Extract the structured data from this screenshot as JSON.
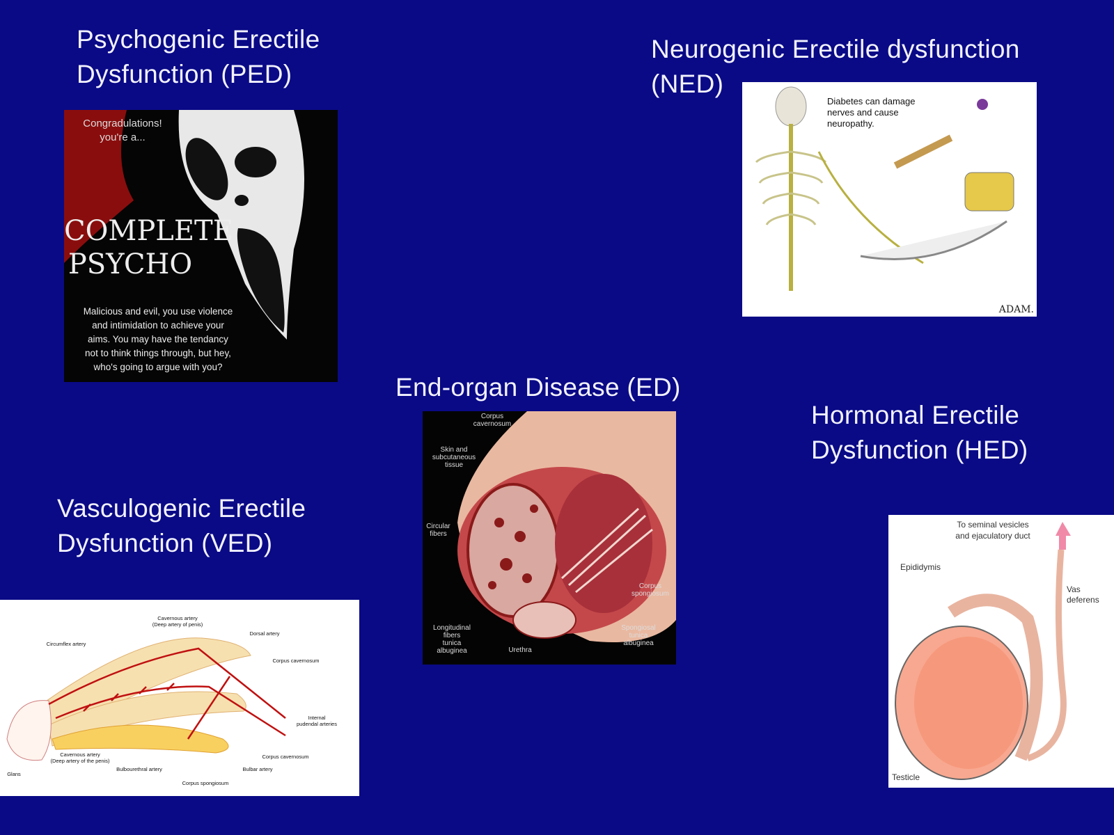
{
  "slide": {
    "titles": {
      "ped": "Psychogenic Erectile\nDysfunction (PED)",
      "ned": "Neurogenic Erectile dysfunction\n(NED)",
      "ed": "End-organ Disease (ED)",
      "hed": "Hormonal Erectile\nDysfunction (HED)",
      "ved": "Vasculogenic Erectile\nDysfunction (VED)"
    },
    "ped_image": {
      "top_text": "Congradulations!\nyou're a...",
      "headline": "COMPLETE\nPSYCHO",
      "body_text": "Malicious and evil, you use violence\nand intimidation to achieve your\naims.  You may have the tendancy\nnot to think things through, but hey,\nwho's going to argue with you?"
    },
    "ned_image": {
      "caption": "Diabetes can damage\nnerves and cause\nneuropathy.",
      "logo": "ADAM."
    },
    "ed_image": {
      "labels": [
        "Corpus\ncavernosum",
        "Skin and\nsubcutaneous\ntissue",
        "Circular\nfibers",
        "Corpus\nspongiosum",
        "Longitudinal\nfibers\ntunica\nalbuginea",
        "Urethra",
        "Spongiosal\ntunica\nalbuginea"
      ]
    },
    "ved_image": {
      "labels": [
        "Cavernous artery\n(Deep artery of penis)",
        "Dorsal artery",
        "Circumflex artery",
        "Corpus cavernosum",
        "Internal\npudendal arteries",
        "Corpus cavernosum",
        "Cavernous artery\n(Deep artery of the penis)",
        "Glans",
        "Bulbourethral artery",
        "Bulbar artery",
        "Corpus spongiosum"
      ]
    },
    "hed_image": {
      "labels": [
        "To seminal vesicles\nand ejaculatory duct",
        "Epididymis",
        "Vas\ndeferens",
        "Testicle"
      ]
    }
  }
}
